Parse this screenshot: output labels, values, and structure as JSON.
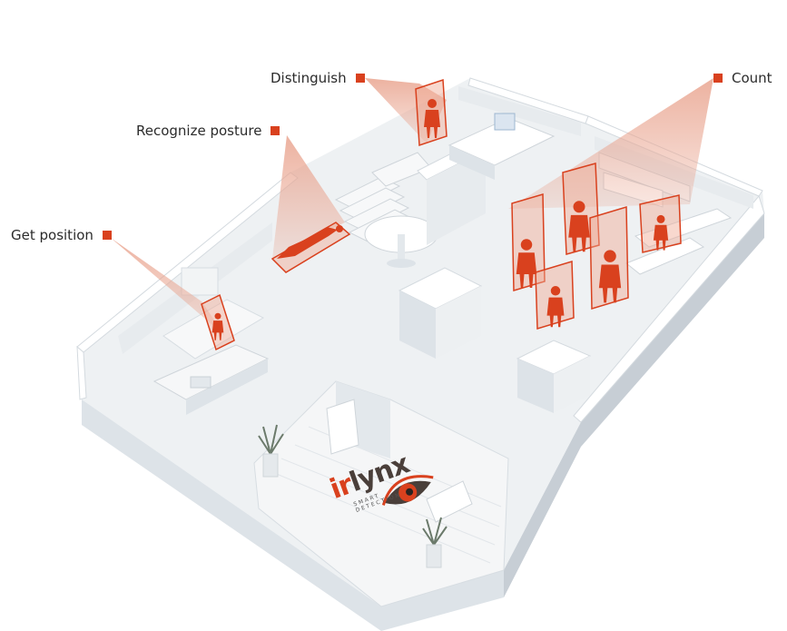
{
  "callouts": {
    "get_position": "Get position",
    "recognize_posture": "Recognize posture",
    "distinguish": "Distinguish",
    "count": "Count"
  },
  "brand": {
    "name_part1": "ir",
    "name_part2": "lynx",
    "tagline": "SMART DETECTION"
  },
  "colors": {
    "accent": "#d9411e",
    "beam": "#e9a48f",
    "floor": "#f1f3f4",
    "wall_top": "#ffffff",
    "wall_side": "#dde3e8",
    "wall_dark": "#c7ced5",
    "brand_dark": "#4a3f3a"
  },
  "icons": [
    "sensor-marker-icon",
    "person-silhouette-icon",
    "eye-logo-icon"
  ]
}
